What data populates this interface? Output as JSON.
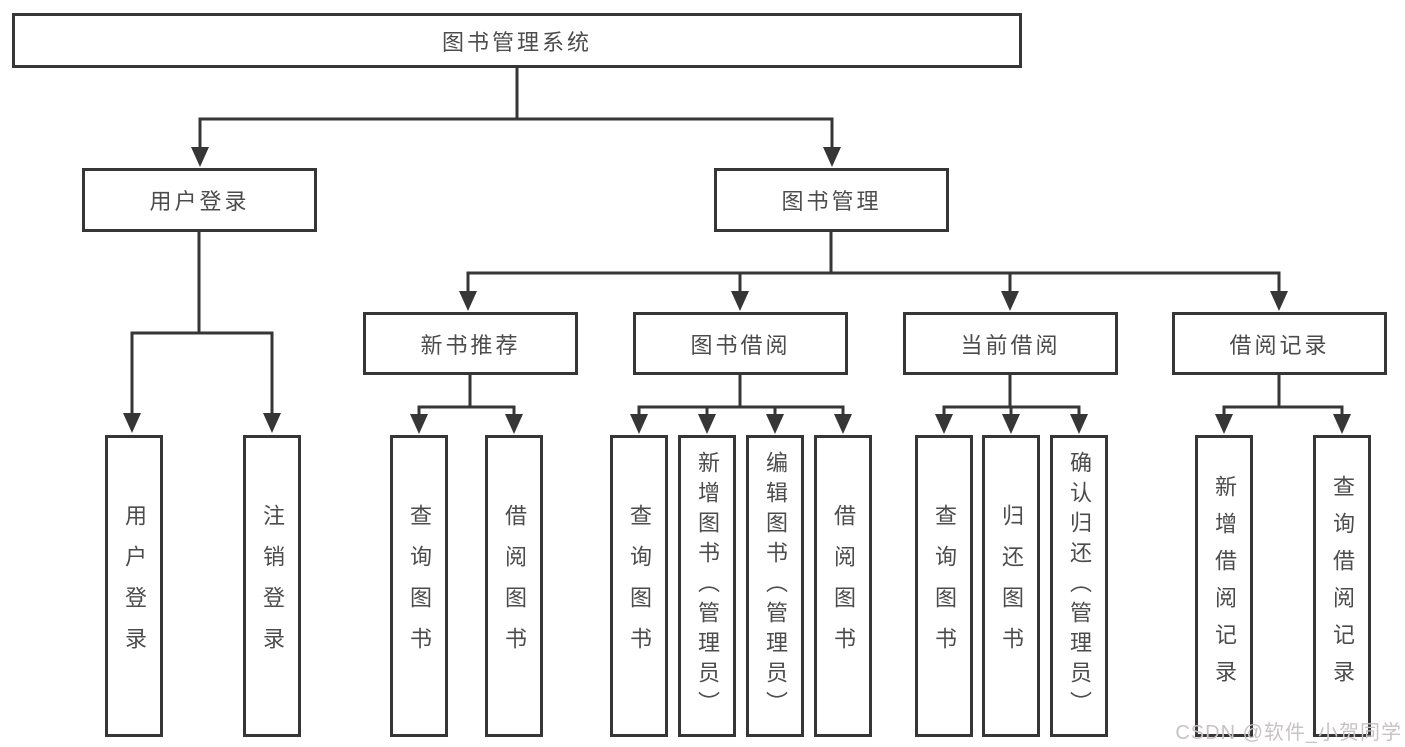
{
  "page": {
    "background": "#ffffff"
  },
  "colors": {
    "line": "#363636",
    "box_border": "#363636",
    "box_fill": "#ffffff",
    "text": "#4c4c4c",
    "watermark_text": "#c9c2c4"
  },
  "nodes": {
    "root": {
      "label": "图书管理系统"
    },
    "user_login": {
      "label": "用户登录"
    },
    "book_management": {
      "label": "图书管理"
    },
    "new_book": {
      "label": "新书推荐"
    },
    "book_borrow": {
      "label": "图书借阅"
    },
    "current_borrow": {
      "label": "当前借阅"
    },
    "borrow_records": {
      "label": "借阅记录"
    },
    "ul_login": {
      "label": "用户登录"
    },
    "ul_logout": {
      "label": "注销登录"
    },
    "nb_query": {
      "label": "查询图书"
    },
    "nb_borrow": {
      "label": "借阅图书"
    },
    "bb_query": {
      "label": "查询图书"
    },
    "bb_add": {
      "label": "新增图书（管理员）"
    },
    "bb_edit": {
      "label": "编辑图书（管理员）"
    },
    "bb_borrow": {
      "label": "借阅图书"
    },
    "cb_query": {
      "label": "查询图书"
    },
    "cb_return": {
      "label": "归还图书"
    },
    "cb_confirm": {
      "label": "确认归还（管理员）"
    },
    "br_add": {
      "label": "新增借阅记录"
    },
    "br_query": {
      "label": "查询借阅记录"
    }
  },
  "hierarchy": {
    "图书管理系统": {
      "用户登录": [
        "用户登录",
        "注销登录"
      ],
      "图书管理": {
        "新书推荐": [
          "查询图书",
          "借阅图书"
        ],
        "图书借阅": [
          "查询图书",
          "新增图书（管理员）",
          "编辑图书（管理员）",
          "借阅图书"
        ],
        "当前借阅": [
          "查询图书",
          "归还图书",
          "确认归还（管理员）"
        ],
        "借阅记录": [
          "新增借阅记录",
          "查询借阅记录"
        ]
      }
    }
  },
  "watermark": {
    "label": "CSDN @软件_小贺同学"
  }
}
